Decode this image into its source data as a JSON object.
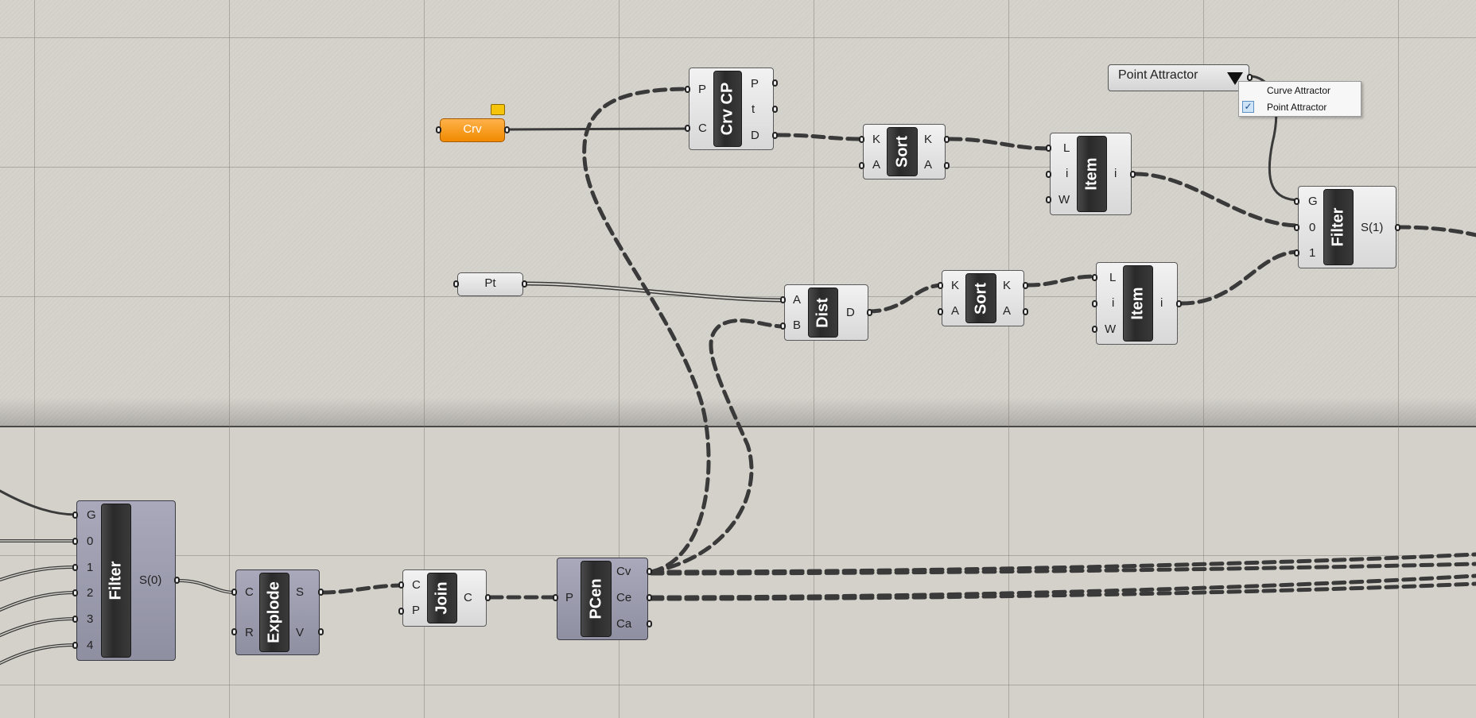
{
  "canvas": {
    "crv_param": "Crv",
    "pt_param": "Pt",
    "value_list": {
      "label": "Point Attractor",
      "dropdown_icon": "triangle-down-icon",
      "options": [
        "Curve Attractor",
        "Point Attractor"
      ],
      "checked_index": 1,
      "check_glyph": "✓"
    },
    "components": {
      "crvcp": {
        "name": "Crv CP",
        "inputs": [
          "P",
          "C"
        ],
        "outputs": [
          "P",
          "t",
          "D"
        ]
      },
      "sort1": {
        "name": "Sort",
        "inputs": [
          "K",
          "A"
        ],
        "outputs": [
          "K",
          "A"
        ]
      },
      "item1": {
        "name": "Item",
        "inputs": [
          "L",
          "i",
          "W"
        ],
        "outputs": [
          "i"
        ]
      },
      "filter1": {
        "name": "Filter",
        "inputs": [
          "G",
          "0",
          "1"
        ],
        "outputs": [
          "S(1)"
        ]
      },
      "dist": {
        "name": "Dist",
        "inputs": [
          "A",
          "B"
        ],
        "outputs": [
          "D"
        ]
      },
      "sort2": {
        "name": "Sort",
        "inputs": [
          "K",
          "A"
        ],
        "outputs": [
          "K",
          "A"
        ]
      },
      "item2": {
        "name": "Item",
        "inputs": [
          "L",
          "i",
          "W"
        ],
        "outputs": [
          "i"
        ]
      },
      "filter0": {
        "name": "Filter",
        "inputs": [
          "G",
          "0",
          "1",
          "2",
          "3",
          "4"
        ],
        "outputs": [
          "S(0)"
        ]
      },
      "explode": {
        "name": "Explode",
        "inputs": [
          "C",
          "R"
        ],
        "outputs": [
          "S",
          "V"
        ]
      },
      "join": {
        "name": "Join",
        "inputs": [
          "C",
          "P"
        ],
        "outputs": [
          "C"
        ]
      },
      "pcen": {
        "name": "PCen",
        "inputs": [
          "P"
        ],
        "outputs": [
          "Cv",
          "Ce",
          "Ca"
        ]
      }
    },
    "colors": {
      "canvas": "#d4d1ca",
      "wire": "#3a3a3a",
      "param_orange": "#f08a00",
      "component_dark": "#9a9aac"
    }
  }
}
